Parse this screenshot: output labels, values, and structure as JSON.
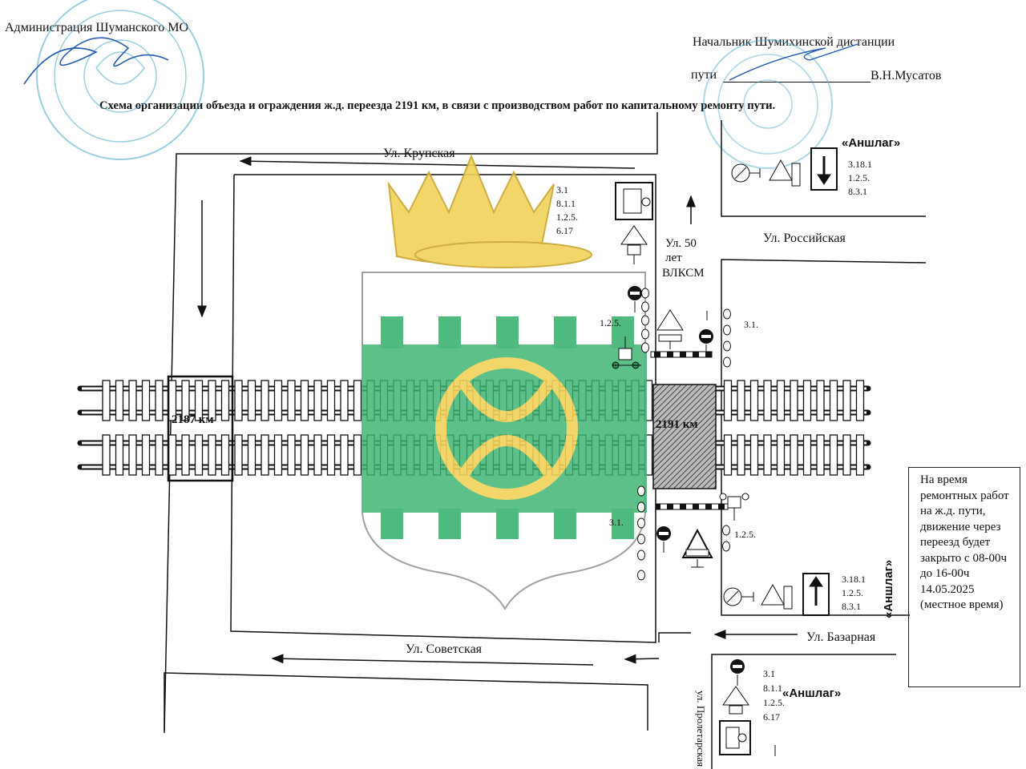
{
  "header": {
    "admin_left": "Администрация  Шуманского МО",
    "approver_line1": "Начальник  Шумихинской дистанции",
    "approver_line2_prefix": "пути",
    "approver_name": "В.Н.Мусатов",
    "title": "Схема организации объезда и ограждения ж.д. переезда 2191 км, в связи с производством  работ по капитальному ремонту пути."
  },
  "streets": {
    "krupskaya": "Ул. Крупская",
    "rossiyskaya": "Ул. Российская",
    "vlksm_1": "Ул. 50",
    "vlksm_2": "лет",
    "vlksm_3": "ВЛКСМ",
    "sovetskaya": "Ул. Советская",
    "bazarnaya": "Ул. Базарная",
    "proletarskaya": "ул. Пролетарская"
  },
  "crossings": {
    "km_2187": "2187 км",
    "km_2191": "2191 км"
  },
  "sign_groups": {
    "top_center": [
      "3.1",
      "8.1.1",
      "1.2.5.",
      "6.17"
    ],
    "top_right": [
      "3.18.1",
      "1.2.5.",
      "8.3.1"
    ],
    "right_mid": "3.1.",
    "left_mid": "1.2.5.",
    "left_low": "3.1.",
    "right_low": "1.2.5.",
    "bottom_right": [
      "3.18.1",
      "1.2.5.",
      "8.3.1"
    ],
    "bottom_center": [
      "3.1",
      "8.1.1",
      "1.2.5.",
      "6.17"
    ]
  },
  "anshlag": {
    "top": "«Аншлаг»",
    "right_vertical": "«Аншлаг»",
    "bottom": "«Аншлаг»"
  },
  "note": {
    "lines": [
      "На время",
      "ремонтных работ",
      "на  ж.д. пути,",
      "движение через",
      "переезд будет",
      "закрыто  с 08-00ч",
      "до    16-00ч",
      "14.05.2025",
      "(местное время)"
    ]
  },
  "colors": {
    "emblem_green": "#3cb371",
    "emblem_gold": "#f2d25a",
    "stamp_blue": "#4aa9c7",
    "sign_red": "#d22222"
  }
}
